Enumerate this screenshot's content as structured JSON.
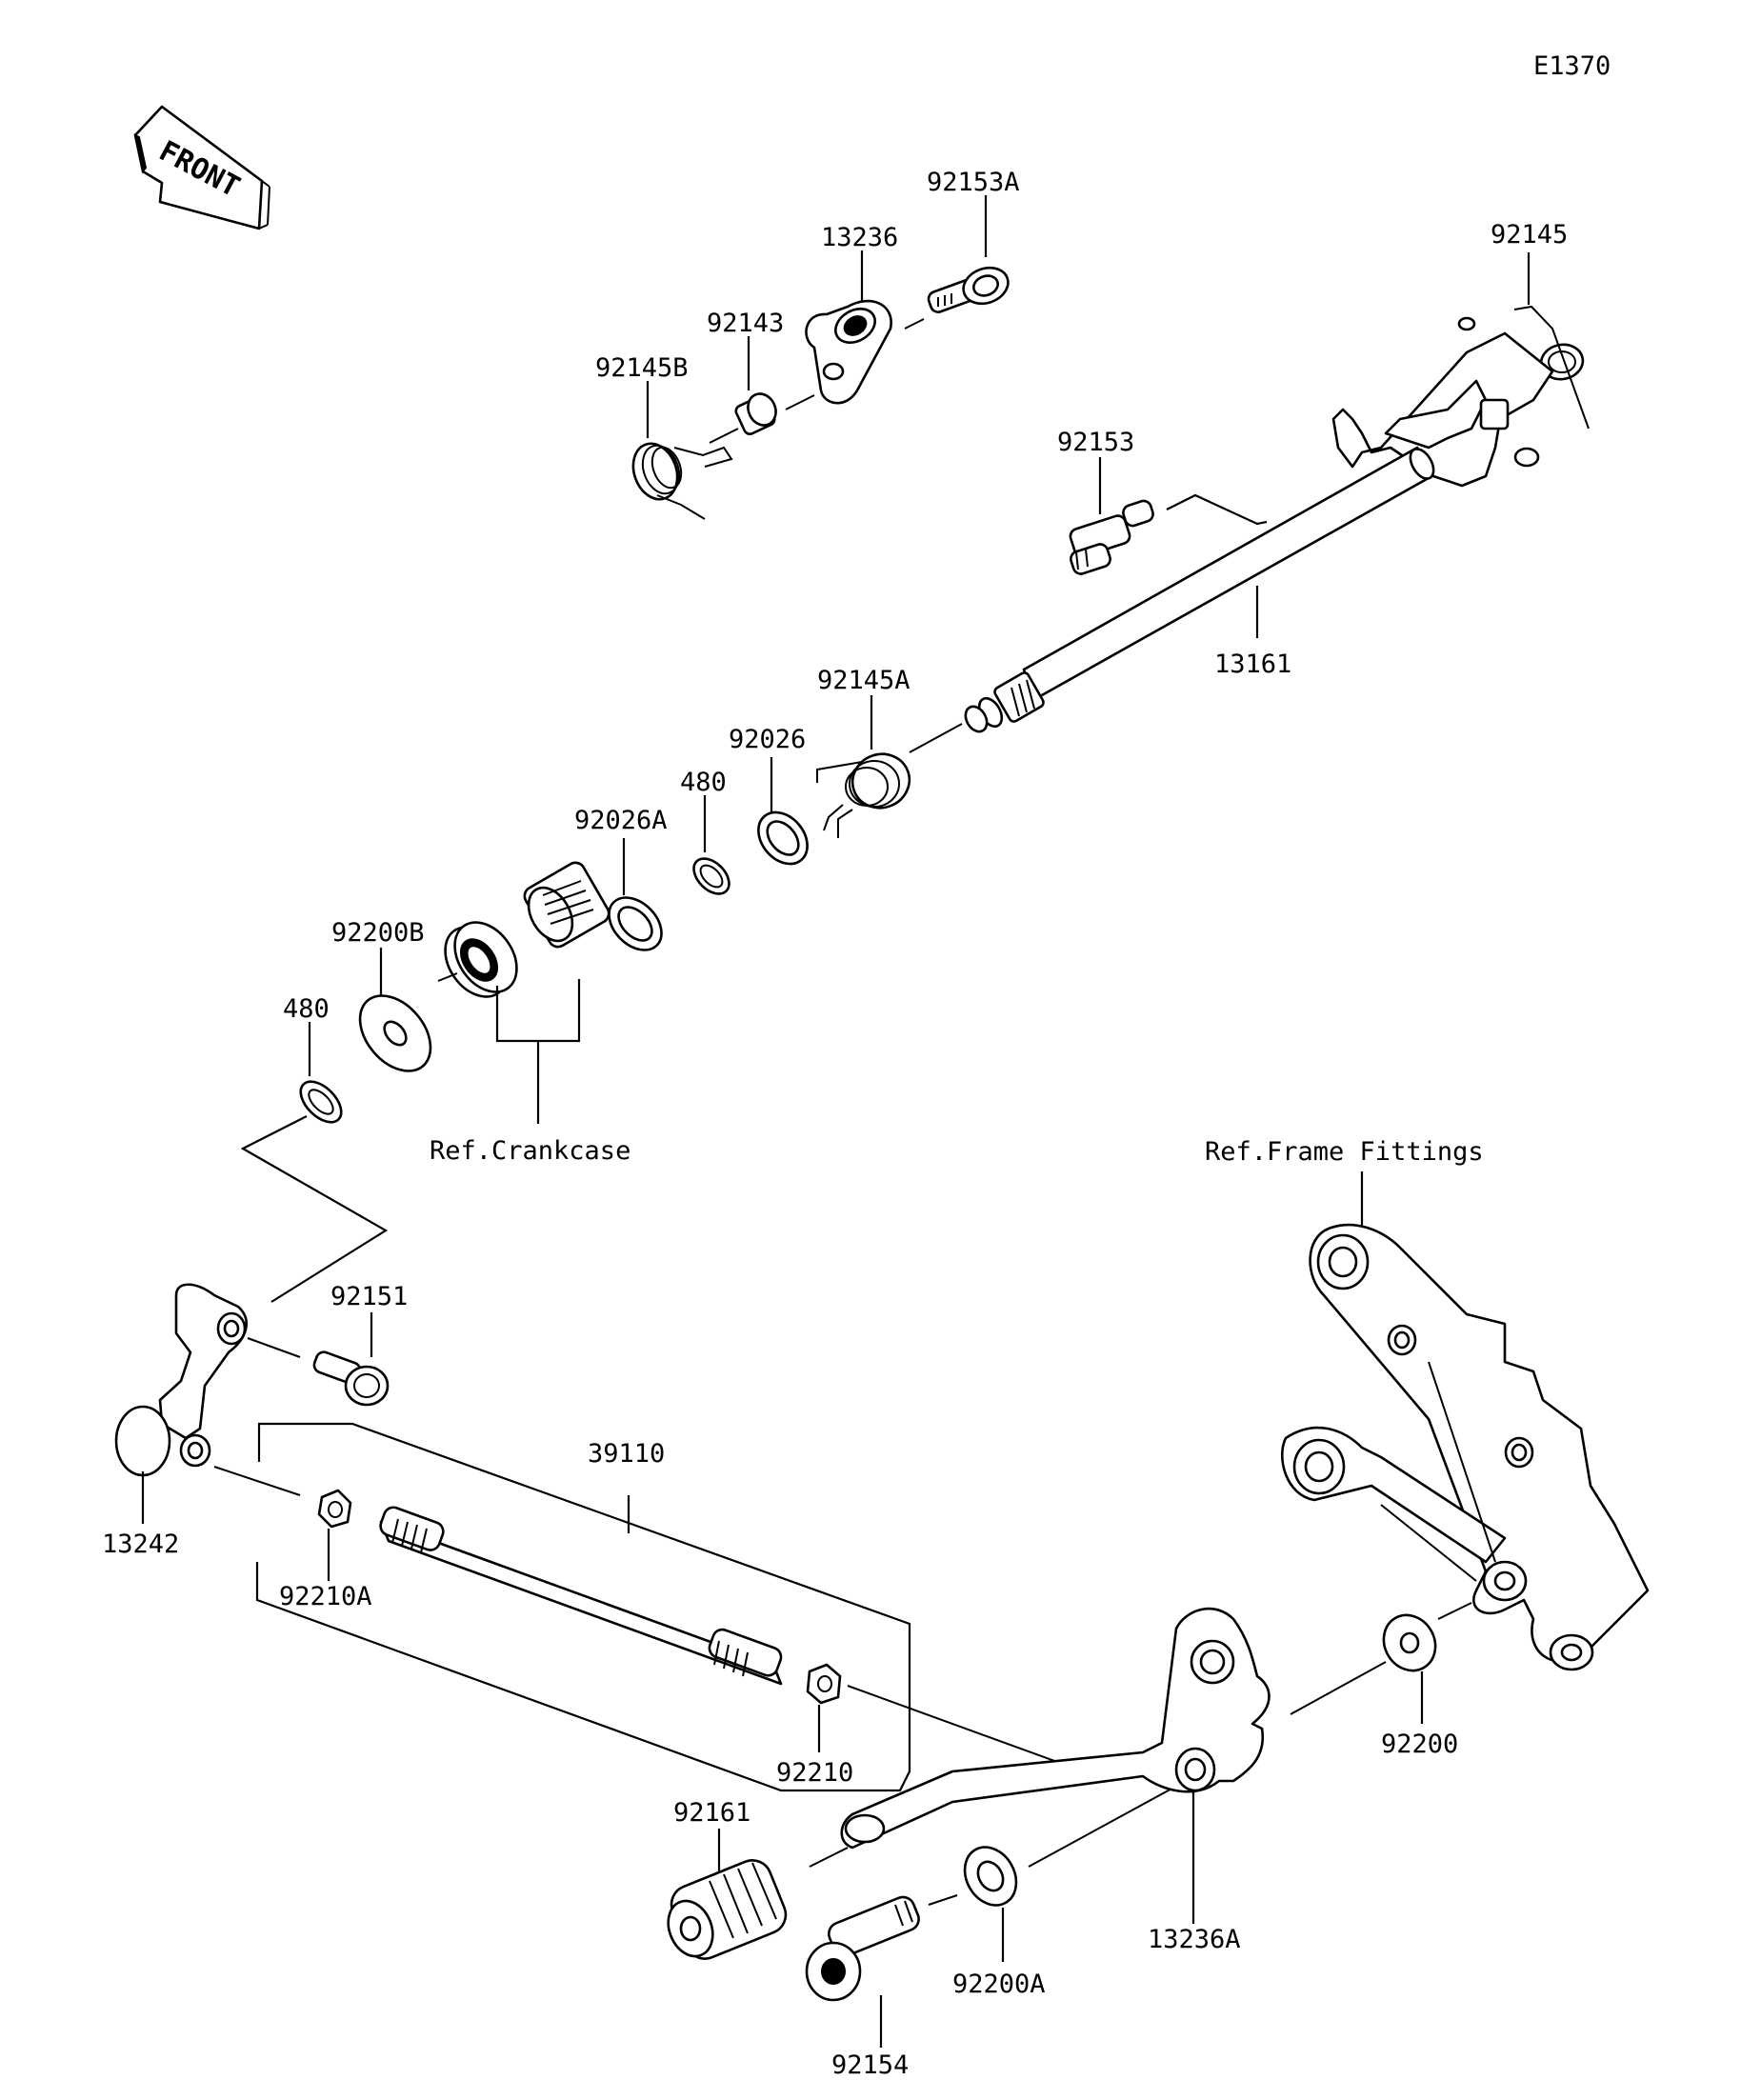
{
  "diagram": {
    "code": "E1370",
    "front_label": "FRONT",
    "parts": {
      "p92153A": "92153A",
      "p13236": "13236",
      "p92143": "92143",
      "p92145B": "92145B",
      "p92145": "92145",
      "p92153": "92153",
      "p13161": "13161",
      "p92145A": "92145A",
      "p92026": "92026",
      "p480_upper": "480",
      "p92026A": "92026A",
      "p92200B": "92200B",
      "p480_lower": "480",
      "p92151": "92151",
      "p13242": "13242",
      "p39110": "39110",
      "p92210A": "92210A",
      "p92210": "92210",
      "p92161": "92161",
      "p92154": "92154",
      "p92200A": "92200A",
      "p13236A": "13236A",
      "p92200": "92200"
    },
    "refs": {
      "crankcase": "Ref.Crankcase",
      "frame_fittings": "Ref.Frame Fittings"
    }
  }
}
